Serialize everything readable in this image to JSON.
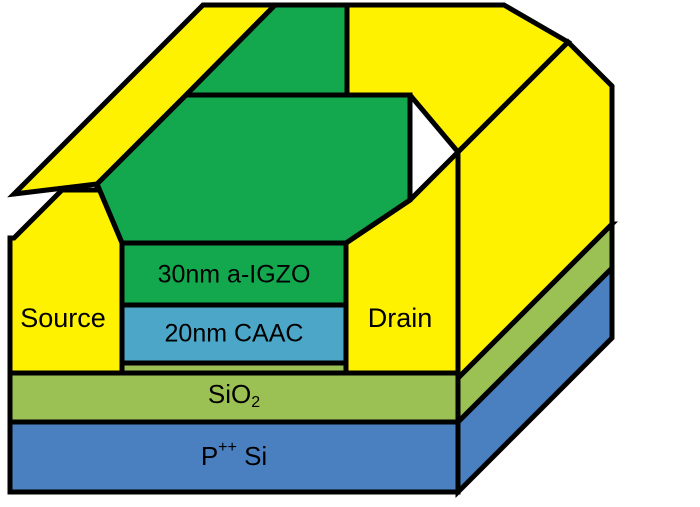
{
  "figure": {
    "type": "device-cross-section-3d",
    "title_visible": false,
    "background": "#ffffff"
  },
  "colors": {
    "electrode_yellow": "#FFF200",
    "igzo_green": "#13A84E",
    "caac_blue": "#4BA6C8",
    "oxide_olive": "#9BC053",
    "silicon_blue": "#4A80C0",
    "outline_black": "#000000",
    "text_black": "#000000"
  },
  "labels": {
    "source": "Source",
    "drain": "Drain",
    "igzo": "30nm a-IGZO",
    "caac": "20nm CAAC",
    "oxide_main": "SiO",
    "oxide_subscript": "2",
    "substrate_main": "P",
    "substrate_superscript": "++",
    "substrate_tail": " Si"
  },
  "layers": [
    {
      "name": "source-electrode",
      "label": "Source",
      "material": "metal",
      "color": "#FFF200"
    },
    {
      "name": "drain-electrode",
      "label": "Drain",
      "material": "metal",
      "color": "#FFF200"
    },
    {
      "name": "igzo-channel",
      "label": "30nm a-IGZO",
      "thickness": "30nm",
      "material": "a-IGZO",
      "color": "#13A84E"
    },
    {
      "name": "caac-layer",
      "label": "20nm CAAC",
      "thickness": "20nm",
      "material": "CAAC",
      "color": "#4BA6C8"
    },
    {
      "name": "gate-oxide",
      "label": "SiO2",
      "material": "SiO2",
      "color": "#9BC053"
    },
    {
      "name": "substrate",
      "label": "P++ Si",
      "material": "P++ Si",
      "color": "#4A80C0"
    }
  ]
}
